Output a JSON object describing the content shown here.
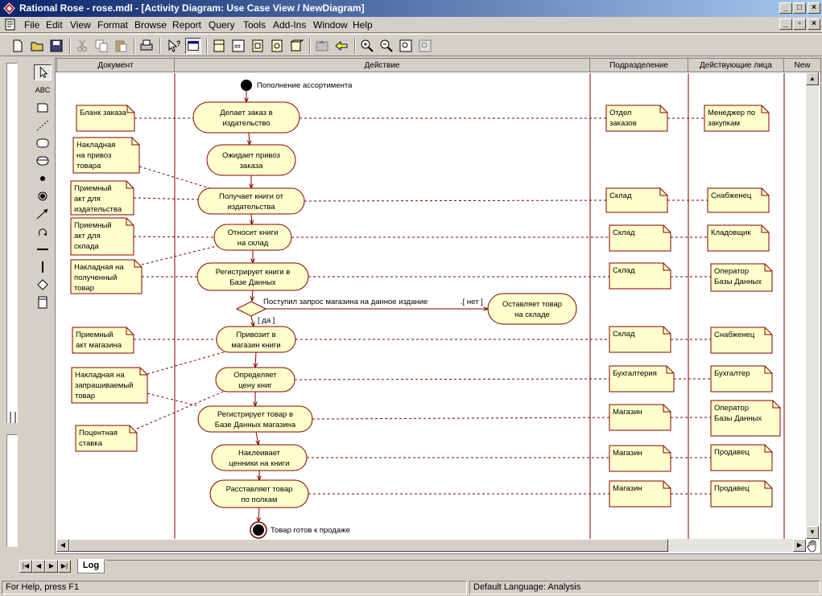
{
  "window": {
    "title": "Rational Rose - rose.mdl - [Activity Diagram: Use Case View / NewDiagram]"
  },
  "menu": [
    "File",
    "Edit",
    "View",
    "Format",
    "Browse",
    "Report",
    "Query",
    "Tools",
    "Add-Ins",
    "Window",
    "Help"
  ],
  "palette": {
    "text_tool": "ABC"
  },
  "swimlanes": [
    "Документ",
    "Действие",
    "Подразделение",
    "Действующие лица",
    "New"
  ],
  "activities": [
    "Делает заказ в\nиздательство",
    "Ожидает привоз\nзаказа",
    "Получает книги от\nиздательства",
    "Относит книги\nна склад",
    "Регистрирует книги в\nБазе Данных",
    "Оставляет товар\nна складе",
    "Привозит в\nмагазин книги",
    "Определяет\nцену книг",
    "Регистрирует товар в\nБазе Данных магазина",
    "Наклеивает\nценники на книги",
    "Расставляет товар\nпо полкам"
  ],
  "start_label": "Пополнение ассортимента",
  "end_label": "Товар готов к продаже",
  "decision": {
    "question": "Поступил запрос магазина на данное издание",
    "no_guard": ".[ нет ]",
    "yes_guard": "[ да ]"
  },
  "document_notes": [
    "Бланк заказа",
    "Накладная\nна привоз\nтовара",
    "Приемный\nакт для\nиздательства",
    "Приемный\nакт для\nсклада",
    "Накладная на\nполученный\nтовар",
    "Приемный\nакт магазина",
    "Накладная на\nзапрашиваемый\nтовар",
    "Поцентная\nставка"
  ],
  "department_notes": [
    "Отдел\nзаказов",
    "Склад",
    "Склад",
    "Склад",
    "Склад",
    "Бухгалтерия",
    "Магазин",
    "Магазин",
    "Магазин"
  ],
  "actor_notes": [
    "Менеджер по\nзакупкам",
    "Снабженец",
    "Кладовщик",
    "Оператор\nБазы Данных",
    "Снабженец",
    "Бухгалтер",
    "Оператор\nБазы Данных",
    "Продавец",
    "Продавец"
  ],
  "tabs": {
    "log": "Log"
  },
  "status": {
    "left": "For Help, press F1",
    "right": "Default Language: Analysis"
  },
  "colors": {
    "note_fill": "#ffffcc",
    "shape_stroke": "#800000",
    "shape_fill": "#ffffcc",
    "title_bar": "#0a246a"
  }
}
